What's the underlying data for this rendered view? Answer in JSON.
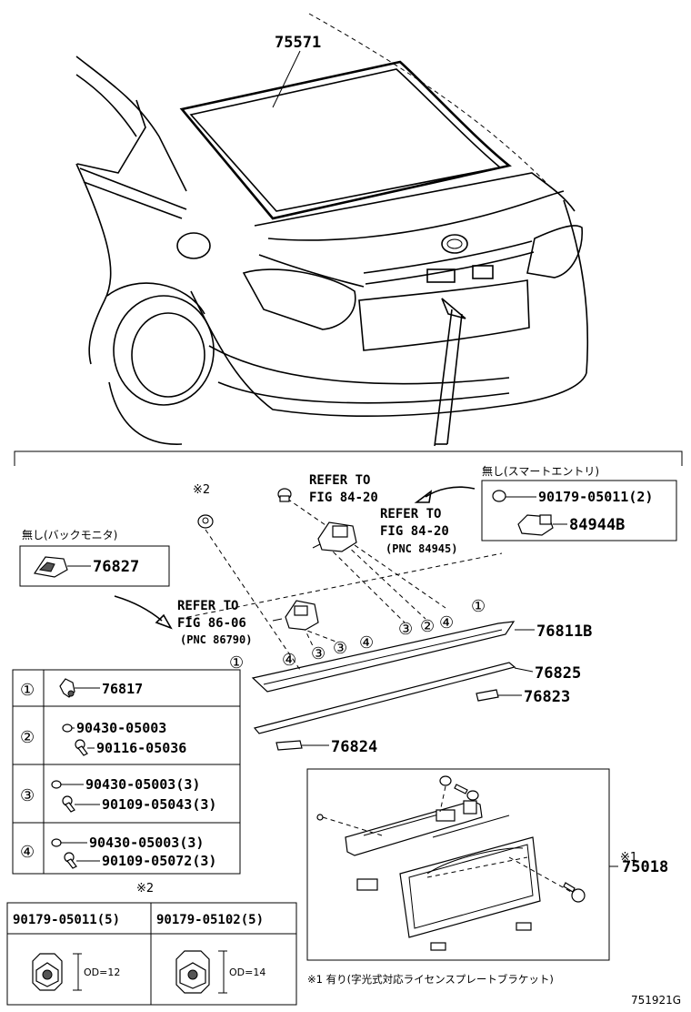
{
  "part_numbers": {
    "glass_weatherstrip": "75571",
    "garnish_upper": "76811B",
    "garnish_lower": "76825",
    "pad_right": "76823",
    "pad_left": "76824",
    "back_monitor_cover": "76827",
    "smart_entry_switch": "84944B",
    "smart_entry_nut": "90179-05011(2)",
    "license_bracket": "75018",
    "fig_code": "751921G"
  },
  "references": {
    "ref_a": {
      "line1": "REFER TO",
      "line2": "FIG 84-20"
    },
    "ref_b": {
      "line1": "REFER TO",
      "line2": "FIG 84-20",
      "line3": "(PNC 84945)"
    },
    "ref_c": {
      "line1": "REFER TO",
      "line2": "FIG 86-06",
      "line3": "(PNC 86790)"
    }
  },
  "notes": {
    "without_smart_entry": "無し(スマートエントリ)",
    "without_back_monitor": "無し(バックモニタ)",
    "footnote_1": "※1 有り(字光式対応ライセンスプレートブラケット)",
    "mark_1": "※1",
    "mark_2": "※2"
  },
  "callouts": {
    "c1": "①",
    "c2": "②",
    "c3": "③",
    "c4": "④"
  },
  "fastener_legend": [
    {
      "key": "①",
      "parts": [
        "76817"
      ]
    },
    {
      "key": "②",
      "parts": [
        "90430-05003",
        "90116-05036"
      ]
    },
    {
      "key": "③",
      "parts": [
        "90430-05003(3)",
        "90109-05043(3)"
      ]
    },
    {
      "key": "④",
      "parts": [
        "90430-05003(3)",
        "90109-05072(3)"
      ]
    }
  ],
  "nut_table": {
    "title": "※2",
    "columns": [
      {
        "part": "90179-05011(5)",
        "od": "OD=12"
      },
      {
        "part": "90179-05102(5)",
        "od": "OD=14"
      }
    ]
  }
}
